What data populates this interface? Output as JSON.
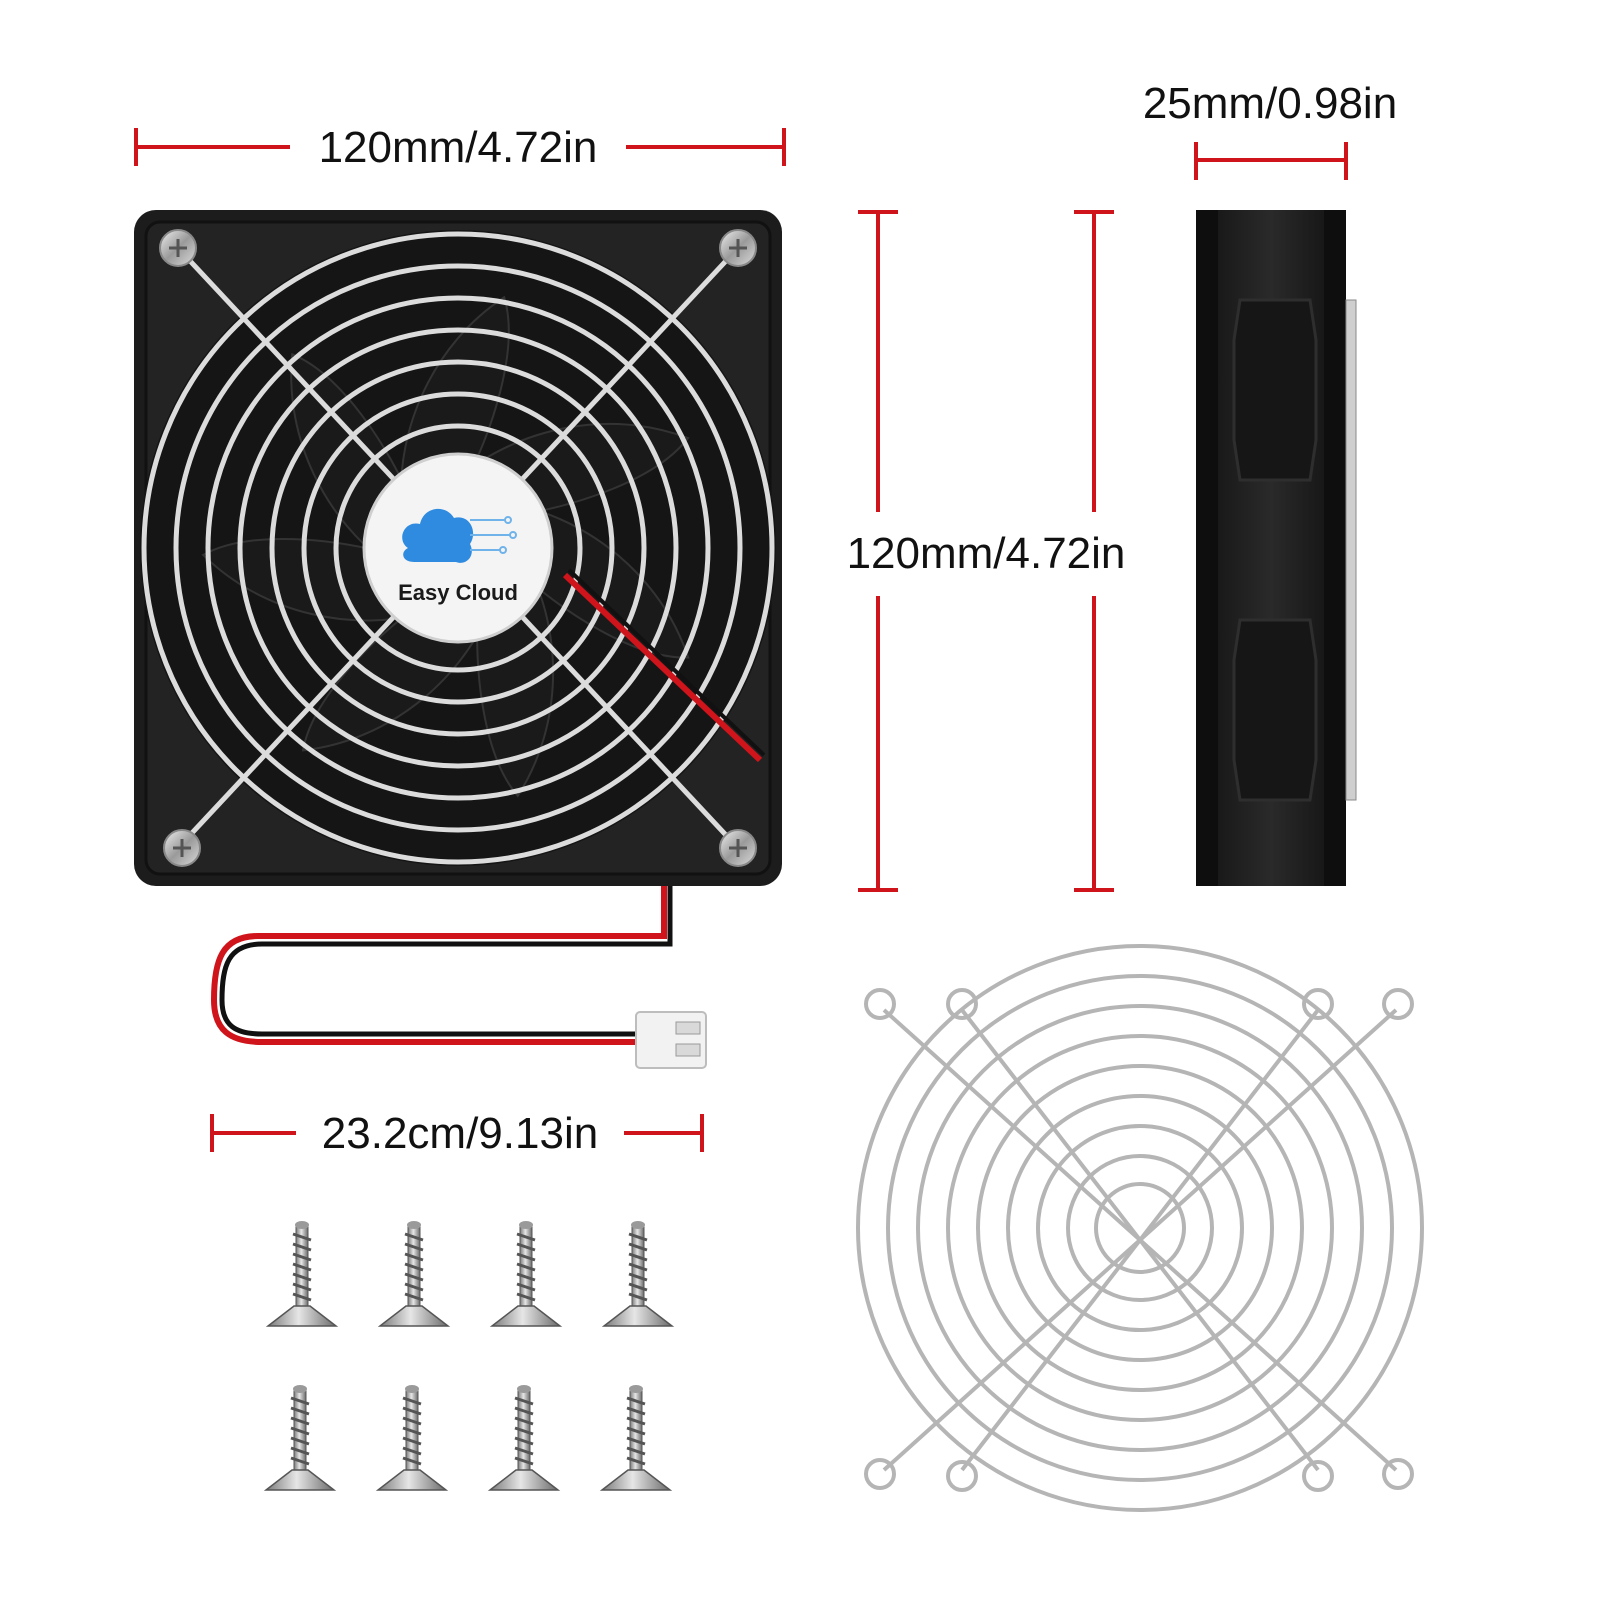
{
  "dimensions": {
    "fan_width": "120mm/4.72in",
    "fan_height": "120mm/4.72in",
    "fan_depth": "25mm/0.98in",
    "cable_length": "23.2cm/9.13in"
  },
  "logo": {
    "text": "Easy Cloud"
  },
  "colors": {
    "dimension_line": "#d0141b",
    "fan_body": "#1c1c1c",
    "grill_metal": "#b9b9b9",
    "cable_red": "#d0141b",
    "cable_black": "#111111",
    "logo_blue": "#2f8be0"
  },
  "items": {
    "screw_count": 8,
    "grill_count": 1,
    "fan_count": 1
  }
}
